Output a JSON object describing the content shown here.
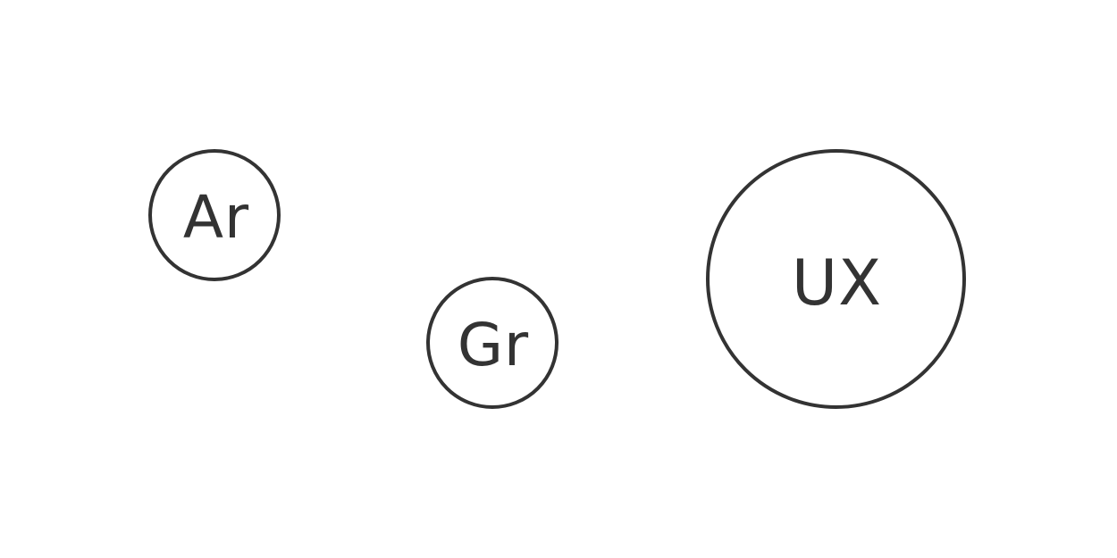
{
  "colors": {
    "stroke": "#333333",
    "text": "#333333",
    "background": "#ffffff"
  },
  "nodes": [
    {
      "id": "ar",
      "label": "Ar"
    },
    {
      "id": "gr",
      "label": "Gr"
    },
    {
      "id": "ux",
      "label": "UX"
    }
  ]
}
